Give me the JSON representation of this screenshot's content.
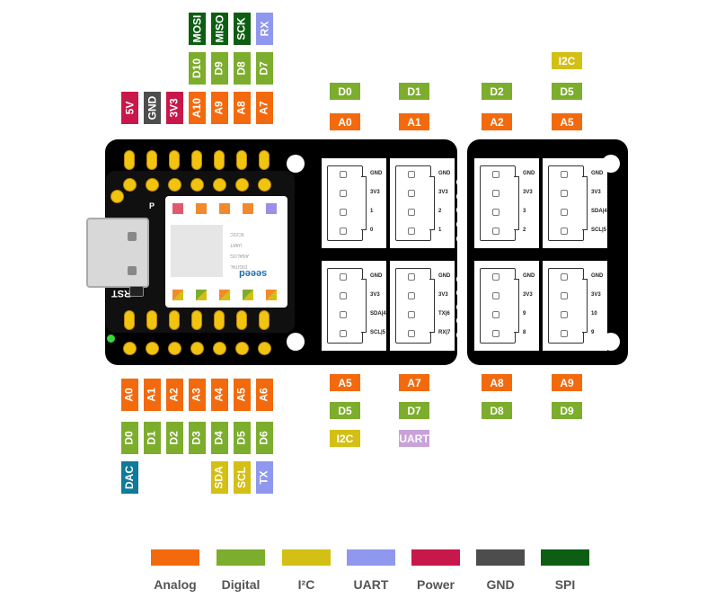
{
  "colors": {
    "analog": "#f26a0d",
    "digital": "#7cad2c",
    "i2c": "#d4bf14",
    "uart": "#8f98ee",
    "uart_tag": "#c8a2d8",
    "power": "#c8174a",
    "gnd": "#4d4d4d",
    "spi": "#0d5e12",
    "dac": "#0f7a9a",
    "board": "#000000",
    "pin": "#f1c40f"
  },
  "top_pins": [
    {
      "labels": [
        {
          "text": "5V",
          "type": "power"
        }
      ]
    },
    {
      "labels": [
        {
          "text": "GND",
          "type": "gnd"
        }
      ]
    },
    {
      "labels": [
        {
          "text": "3V3",
          "type": "power"
        }
      ]
    },
    {
      "labels": [
        {
          "text": "A10",
          "type": "analog"
        },
        {
          "text": "D10",
          "type": "digital"
        },
        {
          "text": "MOSI",
          "type": "spi"
        }
      ]
    },
    {
      "labels": [
        {
          "text": "A9",
          "type": "analog"
        },
        {
          "text": "D9",
          "type": "digital"
        },
        {
          "text": "MISO",
          "type": "spi"
        }
      ]
    },
    {
      "labels": [
        {
          "text": "A8",
          "type": "analog"
        },
        {
          "text": "D8",
          "type": "digital"
        },
        {
          "text": "SCK",
          "type": "spi"
        }
      ]
    },
    {
      "labels": [
        {
          "text": "A7",
          "type": "analog"
        },
        {
          "text": "D7",
          "type": "digital"
        },
        {
          "text": "RX",
          "type": "uart"
        }
      ]
    }
  ],
  "bottom_pins": [
    {
      "labels": [
        {
          "text": "A0",
          "type": "analog"
        },
        {
          "text": "D0",
          "type": "digital"
        },
        {
          "text": "DAC",
          "type": "dac"
        }
      ]
    },
    {
      "labels": [
        {
          "text": "A1",
          "type": "analog"
        },
        {
          "text": "D1",
          "type": "digital"
        }
      ]
    },
    {
      "labels": [
        {
          "text": "A2",
          "type": "analog"
        },
        {
          "text": "D2",
          "type": "digital"
        }
      ]
    },
    {
      "labels": [
        {
          "text": "A3",
          "type": "analog"
        },
        {
          "text": "D3",
          "type": "digital"
        }
      ]
    },
    {
      "labels": [
        {
          "text": "A4",
          "type": "analog"
        },
        {
          "text": "D4",
          "type": "digital"
        },
        {
          "text": "SDA",
          "type": "i2c"
        }
      ]
    },
    {
      "labels": [
        {
          "text": "A5",
          "type": "analog"
        },
        {
          "text": "D5",
          "type": "digital"
        },
        {
          "text": "SCL",
          "type": "i2c"
        }
      ]
    },
    {
      "labels": [
        {
          "text": "A6",
          "type": "analog"
        },
        {
          "text": "D6",
          "type": "digital"
        },
        {
          "text": "TX",
          "type": "uart"
        }
      ]
    }
  ],
  "grove_top_tags": [
    {
      "labels": [
        {
          "text": "D0",
          "type": "digital"
        },
        {
          "text": "A0",
          "type": "analog"
        }
      ]
    },
    {
      "labels": [
        {
          "text": "D1",
          "type": "digital"
        },
        {
          "text": "A1",
          "type": "analog"
        }
      ]
    },
    {
      "labels": [
        {
          "text": "D2",
          "type": "digital"
        },
        {
          "text": "A2",
          "type": "analog"
        }
      ]
    },
    {
      "labels": [
        {
          "text": "I2C",
          "type": "i2c"
        },
        {
          "text": "D5",
          "type": "digital"
        },
        {
          "text": "A5",
          "type": "analog"
        }
      ]
    }
  ],
  "grove_bottom_tags": [
    {
      "labels": [
        {
          "text": "A5",
          "type": "analog"
        },
        {
          "text": "D5",
          "type": "digital"
        },
        {
          "text": "I2C",
          "type": "i2c"
        }
      ]
    },
    {
      "labels": [
        {
          "text": "A7",
          "type": "analog"
        },
        {
          "text": "D7",
          "type": "digital"
        },
        {
          "text": "UART",
          "type": "uart_tag"
        }
      ]
    },
    {
      "labels": [
        {
          "text": "A8",
          "type": "analog"
        },
        {
          "text": "D8",
          "type": "digital"
        }
      ]
    },
    {
      "labels": [
        {
          "text": "A9",
          "type": "analog"
        },
        {
          "text": "D9",
          "type": "digital"
        }
      ]
    }
  ],
  "grove_connectors": [
    {
      "pins": [
        "GND",
        "3V3",
        "1",
        "0"
      ]
    },
    {
      "pins": [
        "GND",
        "3V3",
        "2",
        "1"
      ]
    },
    {
      "pins": [
        "GND",
        "3V3",
        "3",
        "2"
      ]
    },
    {
      "pins": [
        "GND",
        "3V3",
        "SDA|4",
        "SCL|5"
      ]
    },
    {
      "pins": [
        "GND",
        "3V3",
        "SDA|4",
        "SCL|5"
      ]
    },
    {
      "pins": [
        "GND",
        "3V3",
        "TX|6",
        "RX|7"
      ]
    },
    {
      "pins": [
        "GND",
        "3V3",
        "9",
        "8"
      ]
    },
    {
      "pins": [
        "GND",
        "3V3",
        "10",
        "9"
      ]
    }
  ],
  "module": {
    "rst_label": "RST",
    "brand": "seeed",
    "silk_legend": [
      "DIGITAL",
      "ANALOG",
      "UART",
      "IIC/I2C"
    ]
  },
  "legend": [
    {
      "text": "Analog",
      "type": "analog"
    },
    {
      "text": "Digital",
      "type": "digital"
    },
    {
      "text": "I²C",
      "type": "i2c"
    },
    {
      "text": "UART",
      "type": "uart"
    },
    {
      "text": "Power",
      "type": "power"
    },
    {
      "text": "GND",
      "type": "gnd"
    },
    {
      "text": "SPI",
      "type": "spi"
    }
  ]
}
